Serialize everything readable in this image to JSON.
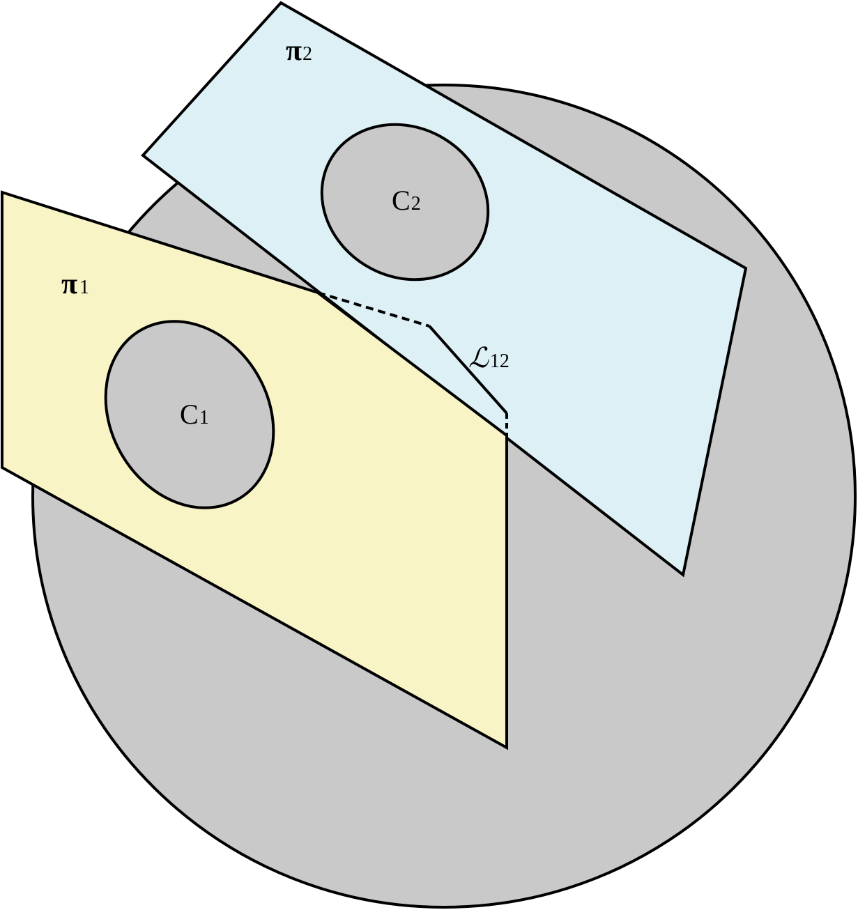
{
  "colors": {
    "sphere": "#c8c9c8",
    "plane_1": "#f8f4c6",
    "plane_2": "#dcf0f6",
    "circle": "#c8c9c8",
    "outline": "#000000"
  },
  "labels": {
    "plane_1": {
      "base": "π",
      "sub": "1"
    },
    "plane_2": {
      "base": "π",
      "sub": "2"
    },
    "circle_1": {
      "base": "C",
      "sub": "1"
    },
    "circle_2": {
      "base": "C",
      "sub": "2"
    },
    "intersection_line": {
      "base": "ℒ",
      "sub": "12"
    }
  }
}
